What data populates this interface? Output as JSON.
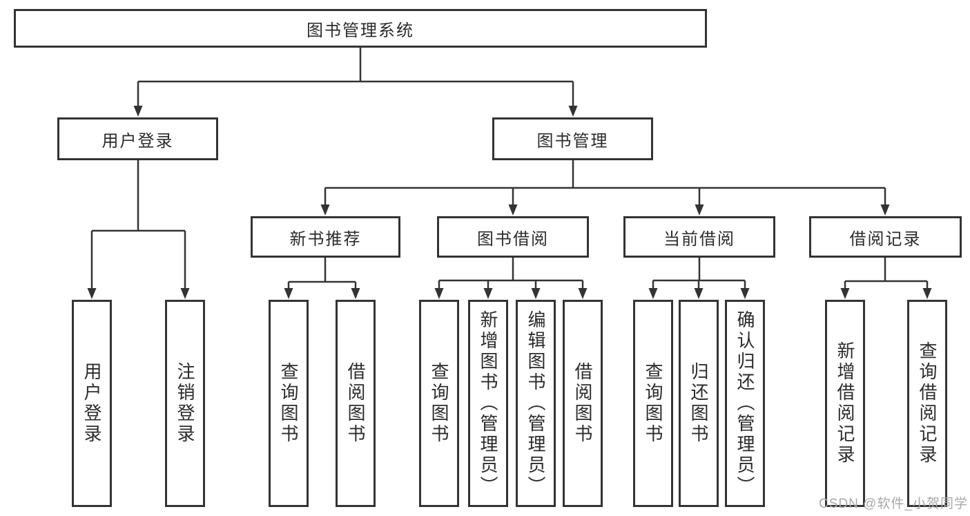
{
  "diagram": {
    "root": {
      "label": "图书管理系统"
    },
    "level2": [
      {
        "label": "用户登录"
      },
      {
        "label": "图书管理"
      }
    ],
    "level3": [
      {
        "label": "新书推荐"
      },
      {
        "label": "图书借阅"
      },
      {
        "label": "当前借阅"
      },
      {
        "label": "借阅记录"
      }
    ],
    "leaves": {
      "user_login": [
        {
          "label": "用户登录"
        },
        {
          "label": "注销登录"
        }
      ],
      "new_book_recommend": [
        {
          "label": "查询图书"
        },
        {
          "label": "借阅图书"
        }
      ],
      "book_borrow": [
        {
          "label": "查询图书"
        },
        {
          "label": "新增图书（管理员）"
        },
        {
          "label": "编辑图书（管理员）"
        },
        {
          "label": "借阅图书"
        }
      ],
      "current_borrow": [
        {
          "label": "查询图书"
        },
        {
          "label": "归还图书"
        },
        {
          "label": "确认归还（管理员）"
        }
      ],
      "borrow_record": [
        {
          "label": "新增借阅记录"
        },
        {
          "label": "查询借阅记录"
        }
      ]
    }
  },
  "watermark": {
    "text": "CSDN @软件_小贺同学",
    "color": "#a8a8a8"
  },
  "colors": {
    "line": "#333333",
    "box_border": "#333333",
    "box_fill": "#ffffff",
    "text": "#2b2b2b",
    "background": "#ffffff"
  }
}
